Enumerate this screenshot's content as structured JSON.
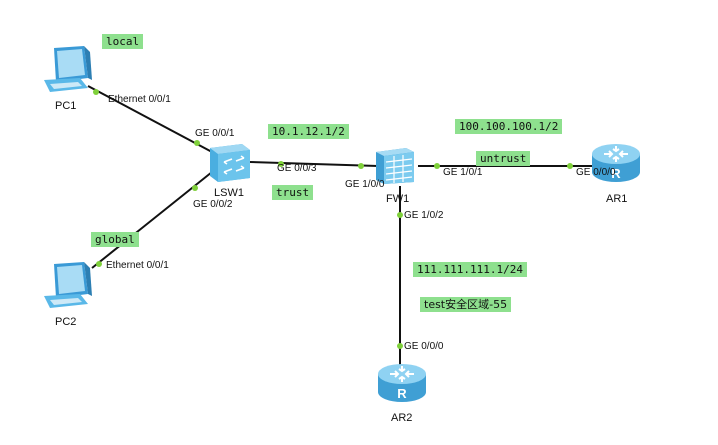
{
  "devices": {
    "pc1": {
      "label": "PC1",
      "icon": "pc-icon"
    },
    "pc2": {
      "label": "PC2",
      "icon": "pc-icon"
    },
    "lsw1": {
      "label": "LSW1",
      "icon": "switch-icon"
    },
    "fw1": {
      "label": "FW1",
      "icon": "firewall-icon"
    },
    "ar1": {
      "label": "AR1",
      "icon": "router-icon"
    },
    "ar2": {
      "label": "AR2",
      "icon": "router-icon"
    }
  },
  "ports": {
    "pc1_eth": "Ethernet 0/0/1",
    "lsw1_g001": "GE 0/0/1",
    "lsw1_g002": "GE 0/0/2",
    "lsw1_g003": "GE 0/0/3",
    "pc2_eth": "Ethernet 0/0/1",
    "fw1_g100": "GE 1/0/0",
    "fw1_g101": "GE 1/0/1",
    "fw1_g102": "GE 1/0/2",
    "ar1_g000": "GE 0/0/0",
    "ar2_g000": "GE 0/0/0"
  },
  "annotations": {
    "local": "local",
    "global": "global",
    "trust_ip": "10.1.12.1/2",
    "trust": "trust",
    "untrust_ip": "100.100.100.1/2",
    "untrust": "untrust",
    "test_ip": "111.111.111.1/24",
    "test_zone": "test安全区域-55"
  },
  "colors": {
    "tag_bg": "#8ee08e",
    "link": "#111111",
    "port_dot": "#7fd03a",
    "device_blue": "#5ab8e8"
  }
}
